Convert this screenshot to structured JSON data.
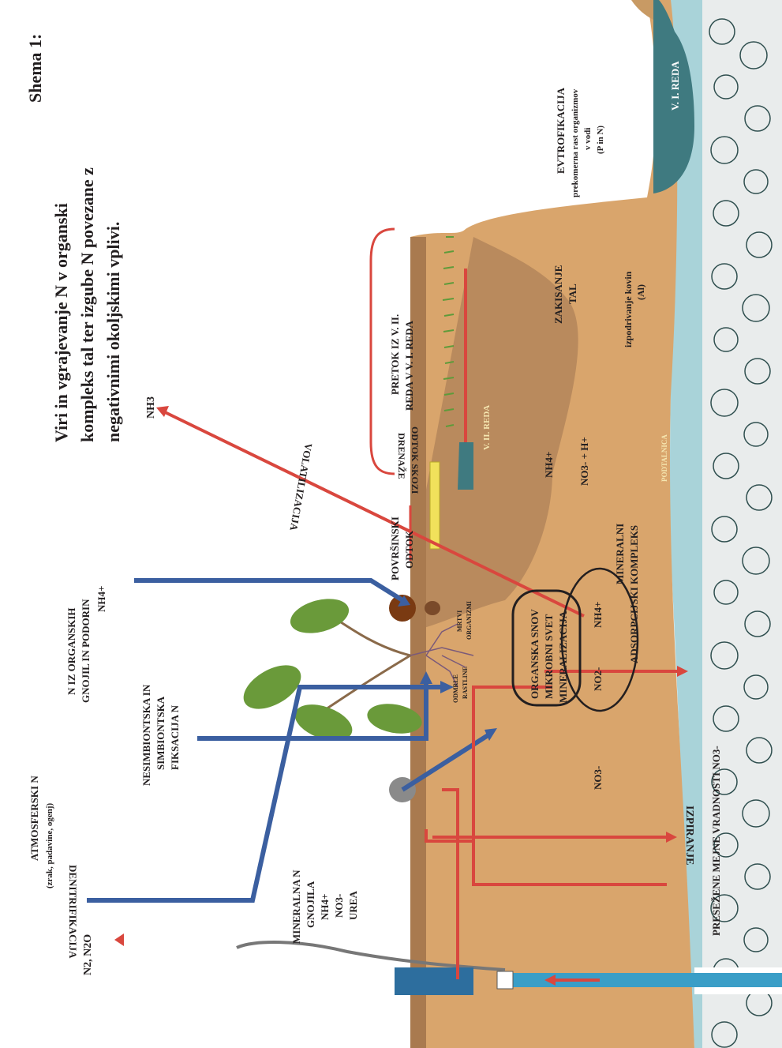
{
  "title": {
    "line1": "Shema 1:",
    "line2": "Viri in vgrajevanje N v organski",
    "line3": "kompleks tal ter izgube N povezane z",
    "line4": "negativnimi okoljskimi vplivi."
  },
  "labels": {
    "atmosferski": "ATMOSFERSKI N",
    "atmosferski_sub": "(zrak, padavine, ogenj)",
    "fiksacija_1": "NESIMBIONTSKA IN",
    "fiksacija_2": "SIMBIONTSKA",
    "fiksacija_3": "FIKSACIJA N",
    "organski_1": "N IZ ORGANSKIH",
    "organski_2": "GNOJIL IN PODORIN",
    "organski_3": "NH4+",
    "mineralna_1": "MINERALNA N",
    "mineralna_2": "GNOJILA",
    "mineralna_3": "NH4+",
    "mineralna_4": "NO3-",
    "mineralna_5": "UREA",
    "denitrifikacija": "DENITRIFIKACIJA",
    "n2o": "N2, N2O",
    "volatilizacija": "VOLATILIZACIJA",
    "nh3": "NH3",
    "povrsinski_1": "POVRŠINSKI",
    "povrsinski_2": "ODTOK",
    "odtok_1": "ODTOK SKOZI",
    "odtok_2": "DRENAŽE",
    "pretok_1": "PRETOK IZ V. II.",
    "pretok_2": "REDA V V. I. REDA",
    "zakisanje_1": "ZAKISANJE",
    "zakisanje_2": "TAL",
    "izpodrivanje_1": "izpodrivanje kovin",
    "izpodrivanje_2": "(Al)",
    "evtrofikacija_1": "EVTROFIKACIJA",
    "evtrofikacija_2": "prekomerna rast organizmov",
    "evtrofikacija_3": "v vodi",
    "evtrofikacija_4": "(P in N)",
    "vi_reda": "V. I. REDA",
    "vii_reda": "V. II. REDA",
    "podtalnica": "PODTALNICA",
    "mineralni_1": "MINERALNI",
    "mineralni_2": "ADSORPCIJSKI KOMPLEKS",
    "organska_1": "ORGANSKA SNOV",
    "organska_2": "MIKROBNI SVET",
    "organska_3": "MINERALIZACIJA",
    "mrtvi_1": "MRTVI",
    "mrtvi_2": "ORGANIZMI",
    "odmrli_1": "ODMRLE",
    "odmrli_2": "RASTLINE",
    "izpiranje": "IZPIRANJE",
    "presezene": "PRESEŽENE MEJNE VRADNOSTI NO3-",
    "nh4_a": "NH4+",
    "nh4_b": "NH4+",
    "no2": "NO2-",
    "no3": "NO3-",
    "no3_h": "NO3- + H+"
  },
  "colors": {
    "soil_top": "#b98a5d",
    "soil_bottom": "#d9a56c",
    "groundwater": "#a9d3d9",
    "water_dark": "#3f7a80",
    "arrow_red": "#d9473e",
    "arrow_blue": "#3b5fa0",
    "plant": "#6a9a3a"
  }
}
